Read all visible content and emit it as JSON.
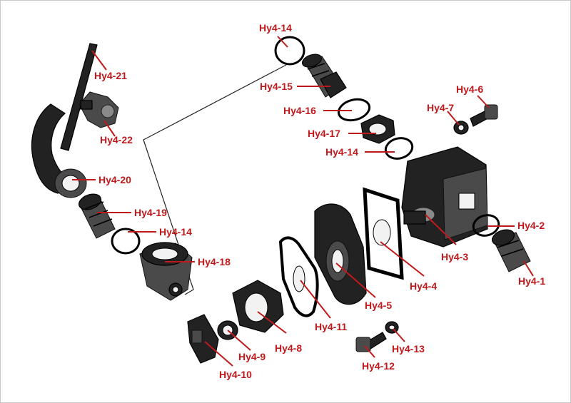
{
  "labels": {
    "hy4_1": "Hy4-1",
    "hy4_2": "Hy4-2",
    "hy4_3": "Hy4-3",
    "hy4_4": "Hy4-4",
    "hy4_5": "Hy4-5",
    "hy4_6": "Hy4-6",
    "hy4_7": "Hy4-7",
    "hy4_8": "Hy4-8",
    "hy4_9": "Hy4-9",
    "hy4_10": "Hy4-10",
    "hy4_11": "Hy4-11",
    "hy4_12": "Hy4-12",
    "hy4_13": "Hy4-13",
    "hy4_14a": "Hy4-14",
    "hy4_14b": "Hy4-14",
    "hy4_14c": "Hy4-14",
    "hy4_15": "Hy4-15",
    "hy4_16": "Hy4-16",
    "hy4_17": "Hy4-17",
    "hy4_18": "Hy4-18",
    "hy4_19": "Hy4-19",
    "hy4_20": "Hy4-20",
    "hy4_21": "Hy4-21",
    "hy4_22": "Hy4-22"
  },
  "colors": {
    "label": "#c0191b",
    "part": "#222222",
    "background": "#ffffff"
  }
}
